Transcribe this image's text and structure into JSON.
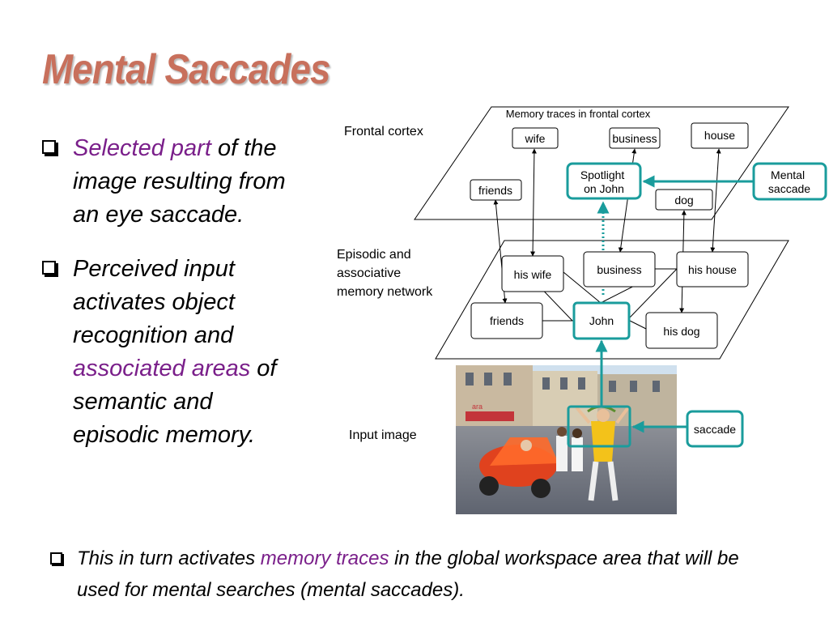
{
  "title": "Mental Saccades",
  "bullets": [
    {
      "highlight": "Selected part",
      "rest": " of the image resulting from an eye saccade."
    },
    {
      "pre": "Perceived input activates object recognition and ",
      "highlight": "associated areas",
      "post": " of semantic and episodic memory."
    }
  ],
  "bottom": {
    "pre": "This in turn activates ",
    "highlight": "memory traces",
    "post": " in the global workspace area that will be used for mental searches (mental saccades)."
  },
  "diagram": {
    "frontal_plane_title": "Memory traces in frontal cortex",
    "frontal_label": "Frontal cortex",
    "episodic_label_lines": [
      "Episodic and",
      "associative",
      "memory network"
    ],
    "input_label": "Input image",
    "frontal_nodes": {
      "wife": "wife",
      "business": "business",
      "house": "house",
      "friends": "friends",
      "spotlight": [
        "Spotlight",
        "on John"
      ],
      "dog": "dog"
    },
    "mental_saccade": [
      "Mental",
      "saccade"
    ],
    "episodic_nodes": {
      "his_wife": "his wife",
      "business": "business",
      "his_house": "his house",
      "friends": "friends",
      "john": "John",
      "his_dog": "his dog"
    },
    "saccade": "saccade",
    "photo_sign": "ara",
    "colors": {
      "teal": "#1a9c9c",
      "title": "#c8705c",
      "highlight": "#7a1f8a"
    }
  }
}
